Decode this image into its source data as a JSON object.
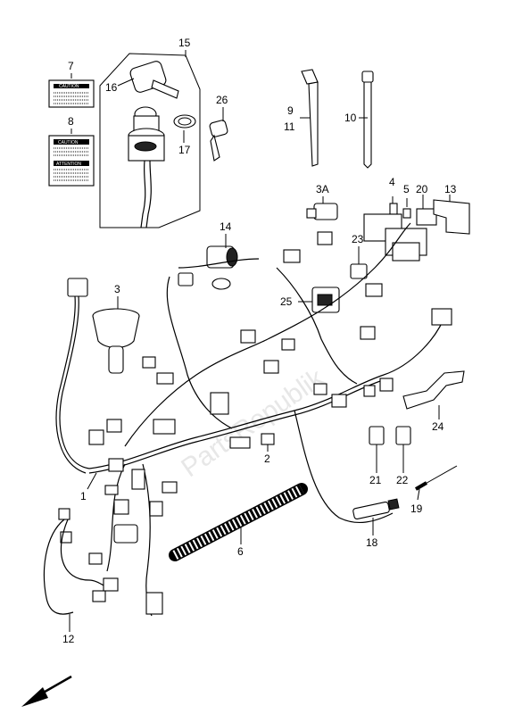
{
  "diagram": {
    "watermark": "PartsRepublik",
    "labels": {
      "caution": "CAUTION",
      "attention": "ATTENTION"
    },
    "callouts": {
      "c1": "1",
      "c2": "2",
      "c3": "3",
      "c3a": "3A",
      "c4": "4",
      "c5": "5",
      "c6": "6",
      "c7": "7",
      "c8": "8",
      "c9": "9",
      "c10": "10",
      "c11": "11",
      "c12": "12",
      "c13": "13",
      "c14": "14",
      "c15": "15",
      "c16": "16",
      "c17": "17",
      "c18": "18",
      "c19": "19",
      "c20": "20",
      "c21": "21",
      "c22": "22",
      "c23": "23",
      "c24": "24",
      "c25": "25",
      "c26": "26"
    }
  }
}
